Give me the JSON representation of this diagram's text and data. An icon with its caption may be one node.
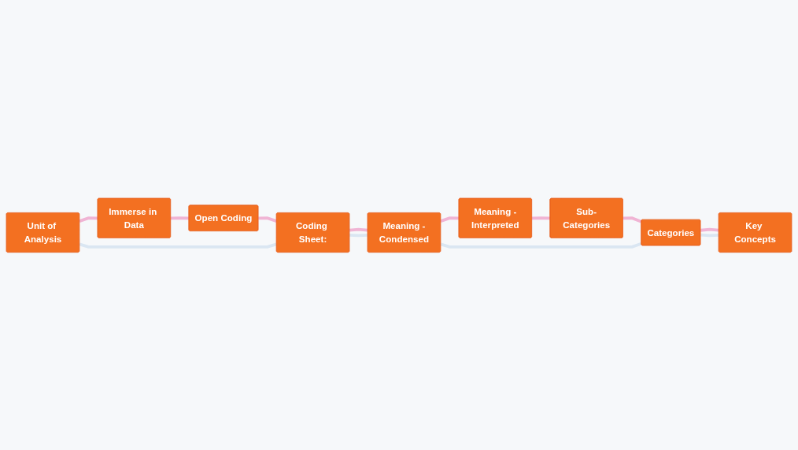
{
  "diagram": {
    "nodes": [
      {
        "text": [
          "Unit of Analysis"
        ]
      },
      {
        "text": [
          "Meaning -Interpreted"
        ]
      },
      {
        "text": [
          "Sub-Categories"
        ]
      },
      {
        "text": [
          "Immerse in Data"
        ]
      },
      {
        "text": [
          "Meaning -Condensed"
        ]
      },
      {
        "text": [
          "Categories"
        ]
      },
      {
        "text": [
          "Open Coding"
        ]
      },
      {
        "text": [
          "Coding Sheet:"
        ]
      },
      {
        "text": [
          "Key Concepts"
        ]
      }
    ],
    "edges": [
      {
        "from": 0,
        "to": 3,
        "arrow": "none"
      },
      {
        "from": 3,
        "to": 6,
        "arrow": "none"
      },
      {
        "from": 6,
        "to": 7,
        "arrow": "none"
      },
      {
        "from": 7,
        "to": 4,
        "arrow": "none"
      },
      {
        "from": 4,
        "to": 1,
        "arrow": "none"
      },
      {
        "from": 1,
        "to": 2,
        "arrow": "none"
      },
      {
        "from": 2,
        "to": 5,
        "arrow": "none"
      },
      {
        "from": 5,
        "to": 8,
        "arrow": "none"
      },
      {
        "from": 0,
        "to": 7,
        "arrow": "none",
        "color": "#dae6f2"
      },
      {
        "from": 7,
        "to": 4,
        "arrow": "none",
        "color": "#dae6f2"
      },
      {
        "from": 4,
        "to": 5,
        "arrow": "none",
        "color": "#dae6f2"
      },
      {
        "from": 5,
        "to": 8,
        "arrow": "none",
        "color": "#dae6f2"
      }
    ]
  }
}
